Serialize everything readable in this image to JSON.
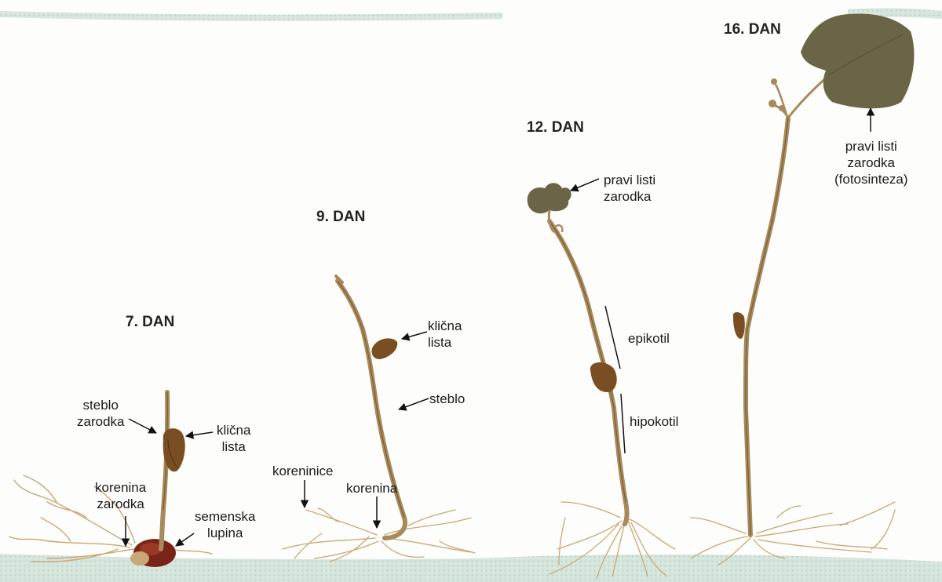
{
  "stages": [
    {
      "title": "7. DAN"
    },
    {
      "title": "9. DAN"
    },
    {
      "title": "12. DAN"
    },
    {
      "title": "16. DAN"
    }
  ],
  "labels": {
    "steblo_zarodka": "steblo\nzarodka",
    "klicna_lista_7": "klična\nlista",
    "korenina_zarodka": "korenina\nzarodka",
    "semenska_lupina": "semenska\nlupina",
    "klicna_lista_9": "klična\nlista",
    "steblo": "steblo",
    "koreninice": "koreninice",
    "korenina": "korenina",
    "pravi_listi_12": "pravi listi\nzarodka",
    "epikotil": "epikotil",
    "hipokotil": "hipokotil",
    "pravi_listi_16": "pravi listi\nzarodka\n(fotosinteza)"
  },
  "colors": {
    "stem": "#a8895a",
    "stem_dark": "#7a5e36",
    "root": "#c9a776",
    "leaf": "#6b6548",
    "cotyledon": "#7a4e22",
    "seed_coat": "#7a2418",
    "soil": "#cfe0d6",
    "arrow": "#111111"
  }
}
